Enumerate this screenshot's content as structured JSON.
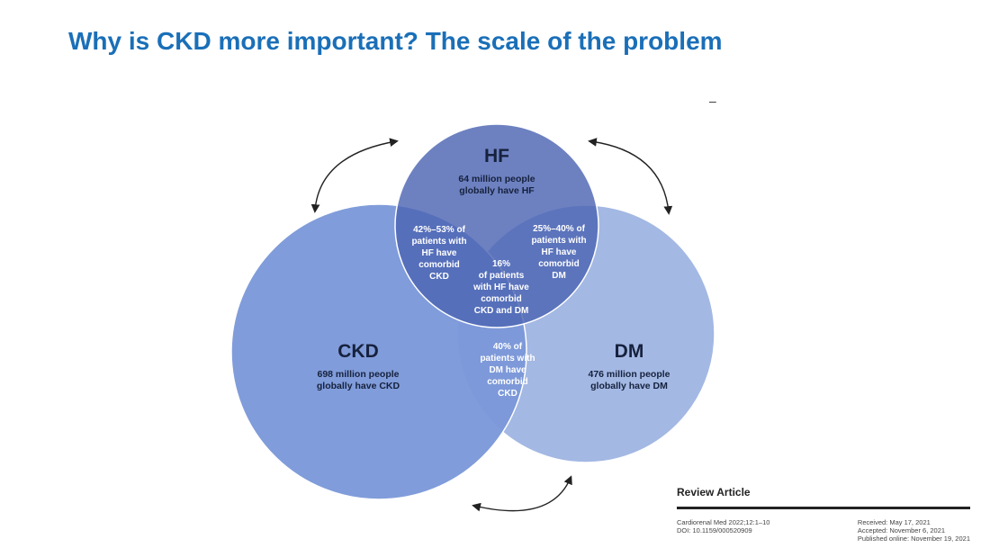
{
  "slide": {
    "title": "Why is CKD more important? The scale of the problem",
    "stray_mark": "–"
  },
  "venn": {
    "hf": {
      "label": "HF",
      "line1": "64 million people",
      "line2": "globally have HF",
      "color": "#5c77c2"
    },
    "ckd": {
      "label": "CKD",
      "line1": "698 million people",
      "line2": "globally have CKD",
      "color": "#7a97d8"
    },
    "dm": {
      "label": "DM",
      "line1": "476 million people",
      "line2": "globally have DM",
      "color": "#9fb5e2"
    },
    "hf_ckd": [
      "42%–53% of",
      "patients with",
      "HF have",
      "comorbid",
      "CKD"
    ],
    "hf_dm": [
      "25%–40% of",
      "patients with",
      "HF have",
      "comorbid",
      "DM"
    ],
    "center": [
      "16%",
      "of patients",
      "with HF have",
      "comorbid",
      "CKD and DM"
    ],
    "ckd_dm": [
      "40% of",
      "patients with",
      "DM have",
      "comorbid",
      "CKD"
    ]
  },
  "citation": {
    "title": "Review Article",
    "left_line1": "Cardiorenal Med 2022;12:1–10",
    "left_line2": "DOI: 10.1159/000520909",
    "right_line1": "Received: May 17, 2021",
    "right_line2": "Accepted: November 6, 2021",
    "right_line3": "Published online: November 19, 2021"
  }
}
